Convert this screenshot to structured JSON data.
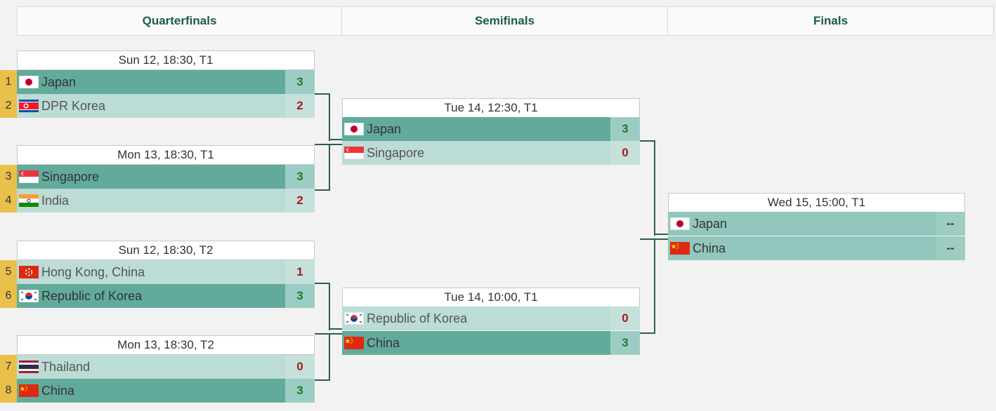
{
  "rounds": {
    "quarterfinals": "Quarterfinals",
    "semifinals": "Semifinals",
    "finals": "Finals"
  },
  "colors": {
    "win_row": "#62ab9c",
    "lose_row": "#bcdcd6",
    "seed": "#e8c04a",
    "win_score": "#1f7a2a",
    "lose_score": "#a01c1c",
    "header_text": "#1e5c3e"
  },
  "qf1": {
    "time": "Sun 12, 18:30, T1",
    "t1": {
      "seed": "1",
      "name": "Japan",
      "flag": "japan-flag-icon",
      "score": "3"
    },
    "t2": {
      "seed": "2",
      "name": "DPR Korea",
      "flag": "dpr-korea-flag-icon",
      "score": "2"
    }
  },
  "qf2": {
    "time": "Mon 13, 18:30, T1",
    "t1": {
      "seed": "3",
      "name": "Singapore",
      "flag": "singapore-flag-icon",
      "score": "3"
    },
    "t2": {
      "seed": "4",
      "name": "India",
      "flag": "india-flag-icon",
      "score": "2"
    }
  },
  "qf3": {
    "time": "Sun 12, 18:30, T2",
    "t1": {
      "seed": "5",
      "name": "Hong Kong, China",
      "flag": "hong-kong-flag-icon",
      "score": "1"
    },
    "t2": {
      "seed": "6",
      "name": "Republic of Korea",
      "flag": "korea-flag-icon",
      "score": "3"
    }
  },
  "qf4": {
    "time": "Mon 13, 18:30, T2",
    "t1": {
      "seed": "7",
      "name": "Thailand",
      "flag": "thailand-flag-icon",
      "score": "0"
    },
    "t2": {
      "seed": "8",
      "name": "China",
      "flag": "china-flag-icon",
      "score": "3"
    }
  },
  "sf1": {
    "time": "Tue 14, 12:30, T1",
    "t1": {
      "name": "Japan",
      "flag": "japan-flag-icon",
      "score": "3"
    },
    "t2": {
      "name": "Singapore",
      "flag": "singapore-flag-icon",
      "score": "0"
    }
  },
  "sf2": {
    "time": "Tue 14, 10:00, T1",
    "t1": {
      "name": "Republic of Korea",
      "flag": "korea-flag-icon",
      "score": "0"
    },
    "t2": {
      "name": "China",
      "flag": "china-flag-icon",
      "score": "3"
    }
  },
  "final": {
    "time": "Wed 15, 15:00, T1",
    "t1": {
      "name": "Japan",
      "flag": "japan-flag-icon",
      "score": "--"
    },
    "t2": {
      "name": "China",
      "flag": "china-flag-icon",
      "score": "--"
    }
  }
}
